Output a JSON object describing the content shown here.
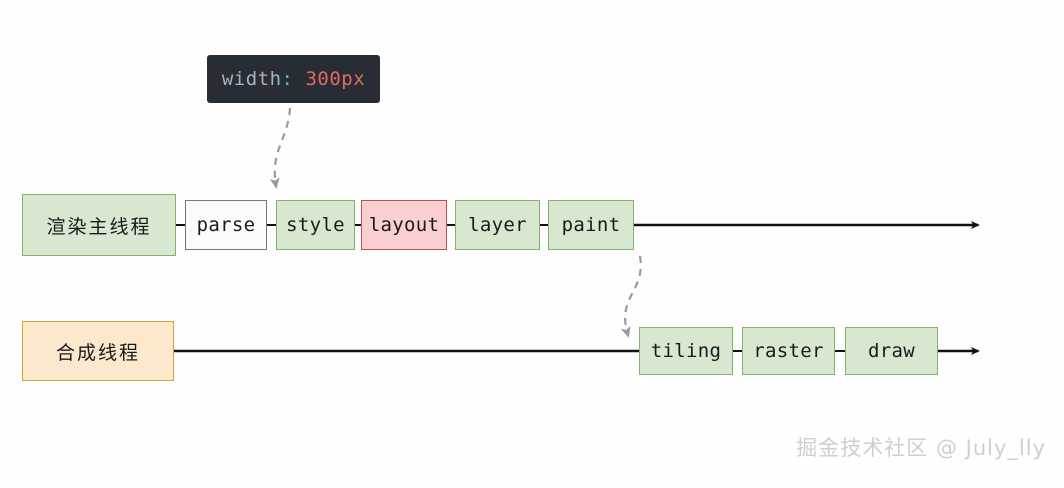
{
  "diagram": {
    "title": "browser rendering pipeline timeline",
    "code_tooltip": {
      "property": "width",
      "colon": ": ",
      "value": "300px",
      "background_color": "#282c34",
      "property_color": "#abb2bf",
      "value_color": "#e06c5f"
    },
    "lanes": [
      {
        "id": "main-thread",
        "label": "渲染主线程",
        "fill_color": "#d8e8d0",
        "border_color": "#82b366",
        "stages": [
          {
            "id": "parse",
            "label": "parse",
            "style": "white",
            "fill_color": "#fbfbfb",
            "border_color": "#777777"
          },
          {
            "id": "style",
            "label": "style",
            "style": "green",
            "fill_color": "#d8e8d0",
            "border_color": "#82b366"
          },
          {
            "id": "layout",
            "label": "layout",
            "style": "pink",
            "fill_color": "#f9cfcf",
            "border_color": "#b85450"
          },
          {
            "id": "layer",
            "label": "layer",
            "style": "green",
            "fill_color": "#d8e8d0",
            "border_color": "#82b366"
          },
          {
            "id": "paint",
            "label": "paint",
            "style": "green",
            "fill_color": "#d8e8d0",
            "border_color": "#82b366"
          }
        ]
      },
      {
        "id": "compositor-thread",
        "label": "合成线程",
        "fill_color": "#fce9cd",
        "border_color": "#d6a33a",
        "stages": [
          {
            "id": "tiling",
            "label": "tiling",
            "style": "green",
            "fill_color": "#d8e8d0",
            "border_color": "#82b366"
          },
          {
            "id": "raster",
            "label": "raster",
            "style": "green",
            "fill_color": "#d8e8d0",
            "border_color": "#82b366"
          },
          {
            "id": "draw",
            "label": "draw",
            "style": "green",
            "fill_color": "#d8e8d0",
            "border_color": "#82b366"
          }
        ]
      }
    ],
    "connectors": [
      {
        "id": "code-to-style",
        "from": "code_tooltip",
        "to": "style",
        "style": "dashed-curved-arrow",
        "color": "#9a9a9a"
      },
      {
        "id": "paint-to-tiling",
        "from": "paint",
        "to": "tiling",
        "style": "dashed-curved-arrow",
        "color": "#9a9a9a"
      }
    ],
    "timeline_arrow_color": "#111111"
  },
  "watermark": {
    "text": "掘金技术社区 @ July_lly",
    "color": "#cfcfcf"
  }
}
